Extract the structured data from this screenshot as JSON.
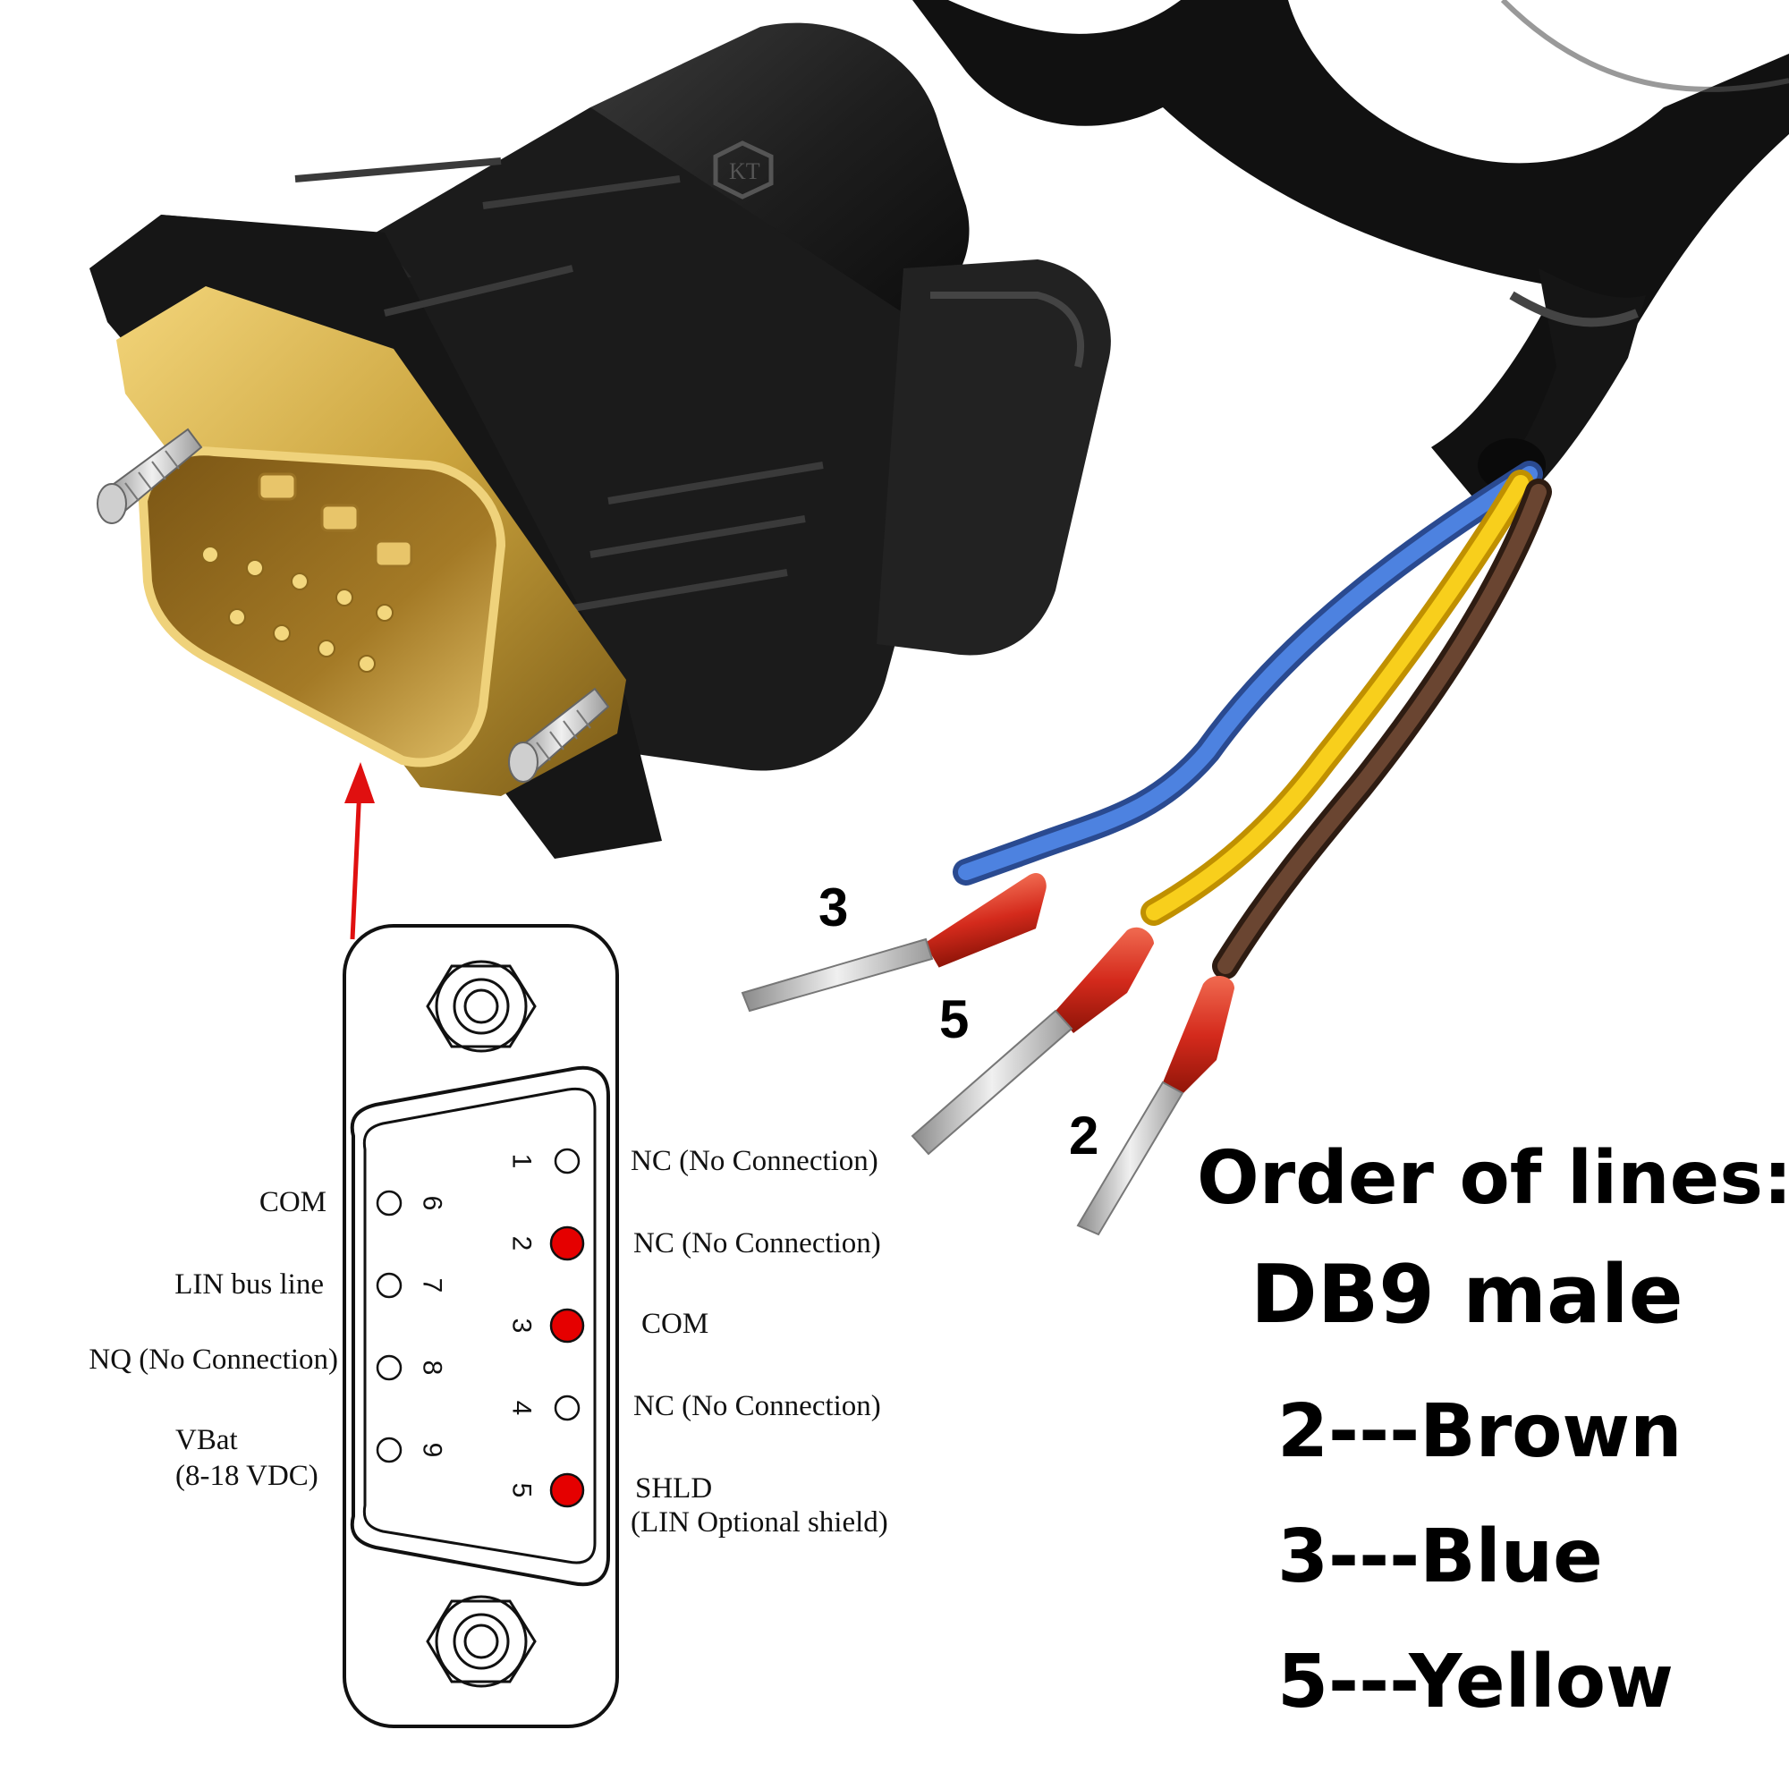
{
  "colors": {
    "pin_active": "#e50000",
    "wire_blue": "#3d6fd1",
    "wire_yellow": "#f5c414",
    "wire_brown": "#5a3a2a",
    "ferrule": "#d42a1c",
    "arrow": "#e01010",
    "connector_body": "#1c1c1c",
    "gold": "#c9a23c"
  },
  "connector": {
    "brand_logo": "KT"
  },
  "pinout": {
    "top_row": [
      {
        "pin": "1",
        "label": "NC (No Connection)",
        "active": false
      },
      {
        "pin": "2",
        "label": "NC (No Connection)",
        "active": true
      },
      {
        "pin": "3",
        "label": "COM",
        "active": true
      },
      {
        "pin": "4",
        "label": "NC (No Connection)",
        "active": false
      },
      {
        "pin": "5",
        "label": "SHLD",
        "label_line2": "(LIN Optional shield)",
        "active": true
      }
    ],
    "bottom_row": [
      {
        "pin": "6",
        "label": "COM",
        "active": false
      },
      {
        "pin": "7",
        "label": "LIN bus line",
        "active": false
      },
      {
        "pin": "8",
        "label": "NQ (No Connection)",
        "active": false
      },
      {
        "pin": "9",
        "label": "VBat",
        "label_line2": "(8-18 VDC)",
        "active": false
      }
    ]
  },
  "wires": [
    {
      "number": "3",
      "color_name": "blue"
    },
    {
      "number": "5",
      "color_name": "yellow"
    },
    {
      "number": "2",
      "color_name": "brown"
    }
  ],
  "order": {
    "title": "Order of lines:",
    "subtitle": "DB9 male",
    "lines": [
      "2---Brown",
      "3---Blue",
      "5---Yellow"
    ]
  }
}
